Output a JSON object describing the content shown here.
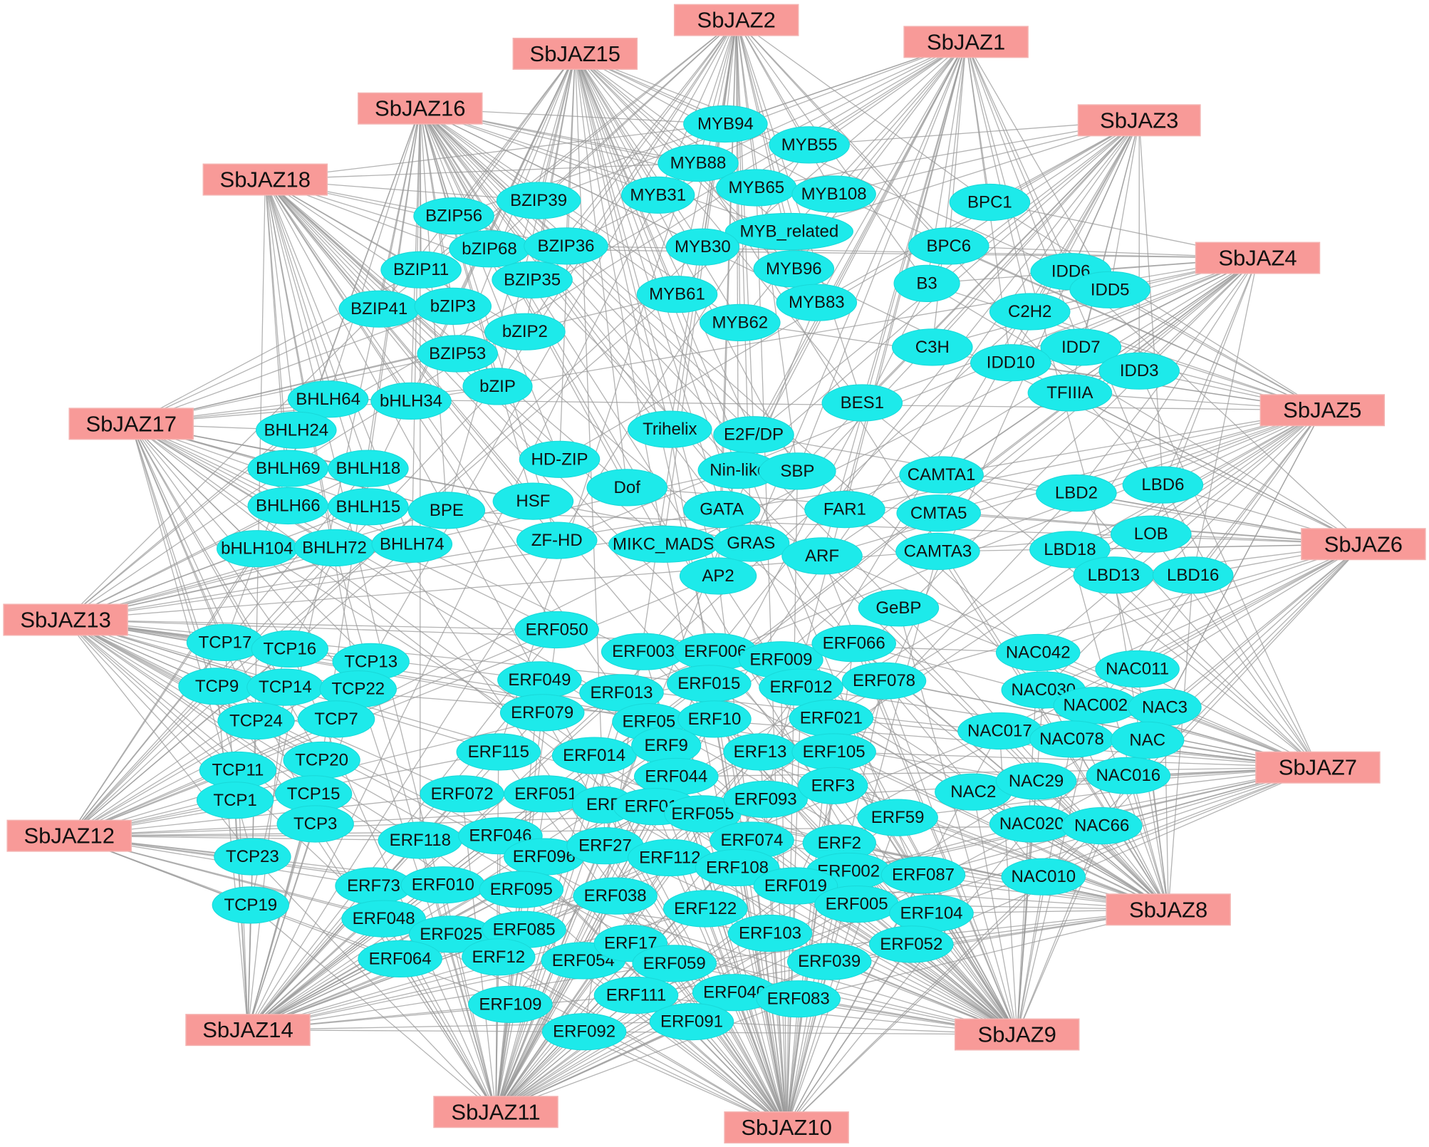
{
  "colors": {
    "jaz_fill": "#f89a98",
    "tf_fill": "#1deaea",
    "edge": "#9a9a9a",
    "background": "#ffffff"
  },
  "jaz_nodes": [
    "SbJAZ1",
    "SbJAZ2",
    "SbJAZ3",
    "SbJAZ4",
    "SbJAZ5",
    "SbJAZ6",
    "SbJAZ7",
    "SbJAZ8",
    "SbJAZ9",
    "SbJAZ10",
    "SbJAZ11",
    "SbJAZ12",
    "SbJAZ13",
    "SbJAZ14",
    "SbJAZ15",
    "SbJAZ16",
    "SbJAZ17",
    "SbJAZ18"
  ],
  "tf_nodes": [
    "MYB94",
    "MYB55",
    "MYB88",
    "MYB31",
    "MYB65",
    "MYB108",
    "BPC1",
    "MYB_related",
    "MYB30",
    "BPC6",
    "MYB96",
    "B3",
    "MYB61",
    "MYB83",
    "MYB62",
    "BZIP39",
    "BZIP56",
    "bZIP68",
    "BZIP36",
    "BZIP11",
    "BZIP35",
    "BZIP41",
    "bZIP3",
    "bZIP2",
    "BZIP53",
    "bZIP",
    "IDD6",
    "IDD5",
    "C2H2",
    "IDD7",
    "C3H",
    "IDD10",
    "IDD3",
    "TFIIIA",
    "BES1",
    "BHLH64",
    "bHLH34",
    "BHLH24",
    "BHLH69",
    "BHLH18",
    "BHLH66",
    "BHLH15",
    "BPE",
    "bHLH104",
    "BHLH72",
    "BHLH74",
    "Trihelix",
    "E2F/DP",
    "HD-ZIP",
    "Nin-like",
    "SBP",
    "Dof",
    "HSF",
    "GATA",
    "FAR1",
    "ZF-HD",
    "MIKC_MADS",
    "GRAS",
    "ARF",
    "AP2",
    "CAMTA1",
    "CMTA5",
    "CAMTA3",
    "LBD2",
    "LBD6",
    "LOB",
    "LBD18",
    "LBD13",
    "LBD16",
    "GeBP",
    "TCP17",
    "TCP16",
    "TCP13",
    "TCP9",
    "TCP14",
    "TCP22",
    "TCP24",
    "TCP7",
    "TCP11",
    "TCP20",
    "TCP1",
    "TCP15",
    "TCP3",
    "TCP23",
    "TCP19",
    "ERF050",
    "ERF003",
    "ERF006",
    "ERF009",
    "ERF066",
    "ERF049",
    "ERF013",
    "ERF015",
    "ERF012",
    "ERF078",
    "ERF079",
    "ERF05",
    "ERF10",
    "ERF021",
    "ERF115",
    "ERF014",
    "ERF9",
    "ERF13",
    "ERF105",
    "ERF044",
    "ERF072",
    "ERF051",
    "ERF",
    "ERF011",
    "ERF055",
    "ERF093",
    "ERF3",
    "ERF59",
    "ERF118",
    "ERF046",
    "ERF096",
    "ERF27",
    "ERF112",
    "ERF074",
    "ERF2",
    "ERF108",
    "ERF002",
    "ERF087",
    "ERF73",
    "ERF010",
    "ERF095",
    "ERF038",
    "ERF019",
    "ERF005",
    "ERF104",
    "ERF048",
    "ERF122",
    "ERF103",
    "ERF025",
    "ERF085",
    "ERF052",
    "ERF064",
    "ERF12",
    "ERF054",
    "ERF17",
    "ERF059",
    "ERF039",
    "ERF040",
    "ERF083",
    "ERF111",
    "ERF109",
    "ERF092",
    "ERF091",
    "NAC042",
    "NAC011",
    "NAC030",
    "NAC002",
    "NAC3",
    "NAC017",
    "NAC078",
    "NAC",
    "NAC016",
    "NAC2",
    "NAC29",
    "NAC020",
    "NAC66",
    "NAC010"
  ]
}
